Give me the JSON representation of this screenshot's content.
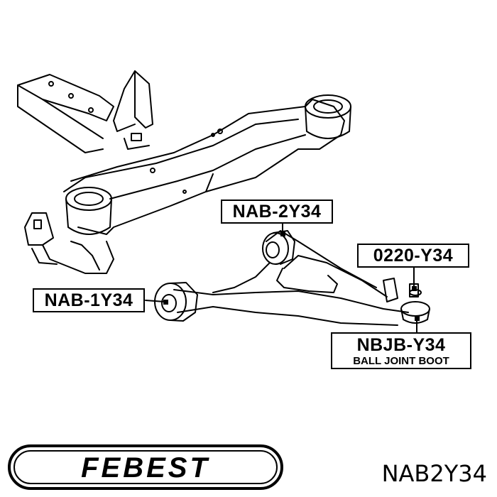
{
  "labels": {
    "nab_2y34": "NAB-2Y34",
    "p0220_y34": "0220-Y34",
    "nab_1y34": "NAB-1Y34",
    "nbjb_y34": "NBJB-Y34",
    "nbjb_desc": "BALL JOINT BOOT"
  },
  "brand": {
    "logo_text": "FEBEST"
  },
  "part_number": "NAB2Y34",
  "colors": {
    "line": "#000000",
    "background": "#ffffff"
  }
}
